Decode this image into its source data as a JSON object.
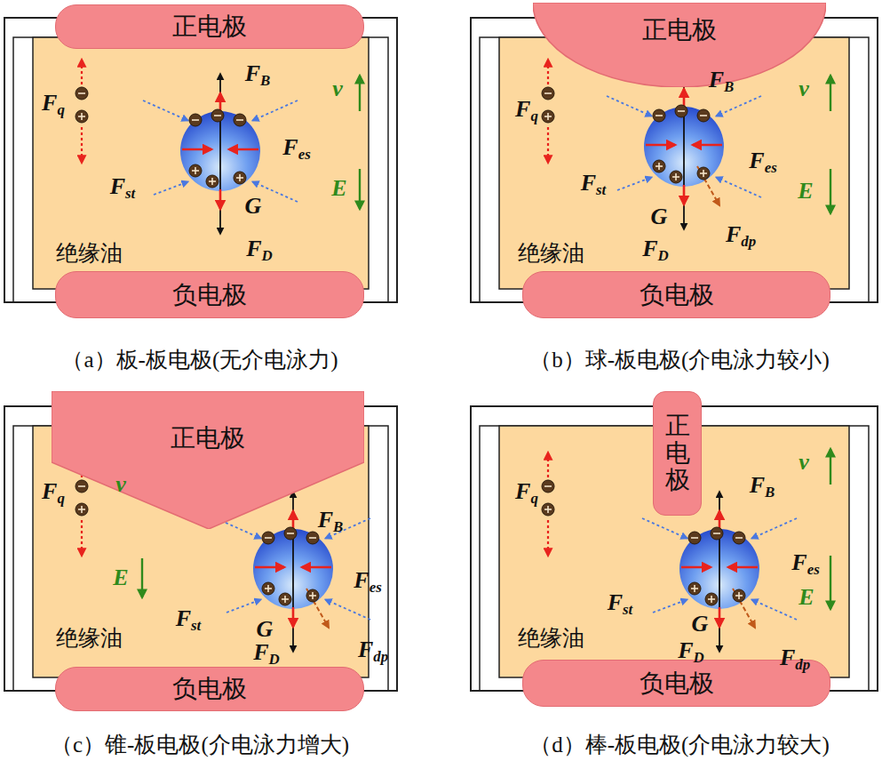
{
  "diagram": {
    "nodes": [
      {
        "text": [
          "正电极"
        ]
      },
      {
        "text": [
          "负电极"
        ]
      },
      {
        "text": [
          "正电极"
        ]
      },
      {
        "text": [
          "负电极"
        ]
      },
      {
        "text": [
          "正电极"
        ]
      },
      {
        "text": [
          "负电极"
        ]
      },
      {
        "text": [
          "正电极"
        ]
      },
      {
        "text": [
          "负电极"
        ]
      }
    ],
    "labels": [
      "Fq",
      "FB",
      "Fes",
      "Fst",
      "G",
      "FD",
      "v",
      "E",
      "绝缘油",
      "（a）板-板电极(无介电泳力)",
      "Fq",
      "FB",
      "Fes",
      "Fst",
      "G",
      "FD",
      "Fdp",
      "v",
      "E",
      "绝缘油",
      "（b）球-板电极(介电泳力较小)",
      "Fq",
      "FB",
      "Fes",
      "Fst",
      "G",
      "FD",
      "Fdp",
      "v",
      "E",
      "绝缘油",
      "（c）锥-板电极(介电泳力增大)",
      "Fq",
      "FB",
      "Fes",
      "Fst",
      "G",
      "FD",
      "Fdp",
      "v",
      "E",
      "绝缘油",
      "（d）棒-板电极(介电泳力较大)"
    ]
  }
}
